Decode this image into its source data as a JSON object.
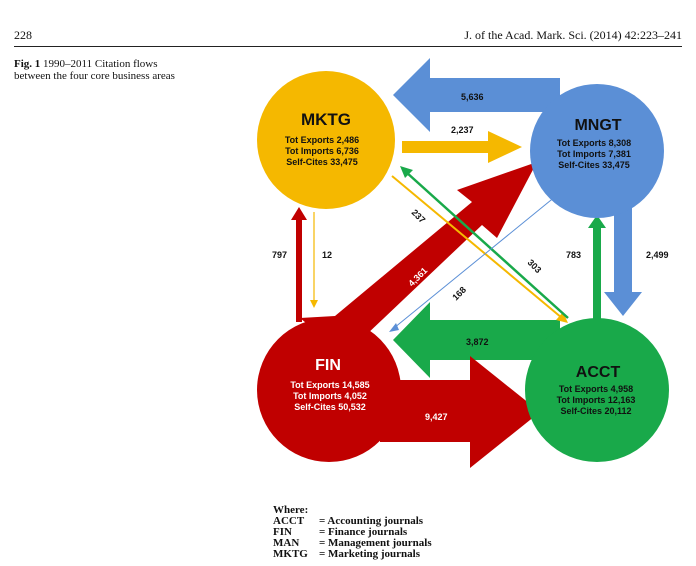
{
  "header": {
    "page_number": "228",
    "journal": "J. of the Acad. Mark. Sci. (2014) 42:223–241"
  },
  "caption": {
    "label": "Fig. 1",
    "text": "1990–2011 Citation flows between the four core business areas"
  },
  "nodes": {
    "mktg": {
      "name": "MKTG",
      "exports": "Tot Exports 2,486",
      "imports": "Tot Imports 6,736",
      "self": "Self-Cites 33,475",
      "color": "#F5B800"
    },
    "mngt": {
      "name": "MNGT",
      "exports": "Tot Exports 8,308",
      "imports": "Tot Imports 7,381",
      "self": "Self-Cites 33,475",
      "color": "#5B8FD6"
    },
    "fin": {
      "name": "FIN",
      "exports": "Tot Exports 14,585",
      "imports": "Tot Imports 4,052",
      "self": "Self-Cites 50,532",
      "color": "#C00000"
    },
    "acct": {
      "name": "ACCT",
      "exports": "Tot Exports 4,958",
      "imports": "Tot Imports 12,163",
      "self": "Self-Cites 20,112",
      "color": "#19A94A"
    }
  },
  "flows": {
    "mngt_to_mktg": "5,636",
    "mktg_to_mngt": "2,237",
    "mngt_to_acct": "2,499",
    "acct_to_mngt": "783",
    "fin_to_mngt": "4,361",
    "mktg_to_acct": "237",
    "acct_to_mktg": "303",
    "mngt_to_fin": "168",
    "acct_to_fin": "3,872",
    "fin_to_acct": "9,427",
    "fin_to_mktg": "797",
    "mktg_to_fin": "12"
  },
  "legend": {
    "title": "Where:",
    "items": [
      {
        "abbr": "ACCT",
        "desc": "= Accounting journals"
      },
      {
        "abbr": "FIN",
        "desc": "= Finance journals"
      },
      {
        "abbr": "MAN",
        "desc": "= Management journals"
      },
      {
        "abbr": "MKTG",
        "desc": "= Marketing journals"
      }
    ]
  }
}
